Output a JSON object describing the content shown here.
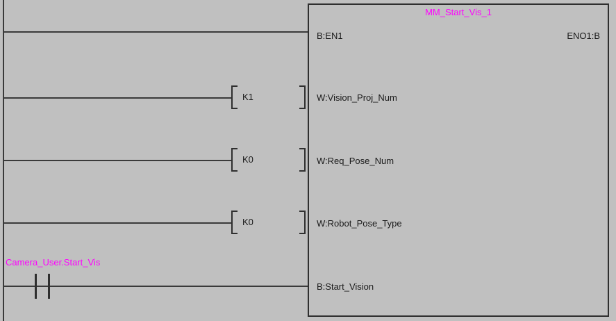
{
  "diagram": {
    "type": "ladder-logic-function-block",
    "background_color": "#c0c0c0",
    "line_color": "#2f2f2f",
    "label_color": "#ff00ff",
    "text_color": "#1a1a1a"
  },
  "function_block": {
    "instance_name": "MM_Start_Vis_1",
    "pins": [
      {
        "name": "B:EN1",
        "side": "left",
        "row": 1
      },
      {
        "name": "ENO1:B",
        "side": "right",
        "row": 1
      },
      {
        "name": "W:Vision_Proj_Num",
        "side": "left",
        "row": 2
      },
      {
        "name": "W:Req_Pose_Num",
        "side": "left",
        "row": 3
      },
      {
        "name": "W:Robot_Pose_Type",
        "side": "left",
        "row": 4
      },
      {
        "name": "B:Start_Vision",
        "side": "left",
        "row": 5
      }
    ]
  },
  "constants": [
    {
      "value": "K1",
      "row": 2,
      "target": "W:Vision_Proj_Num"
    },
    {
      "value": "K0",
      "row": 3,
      "target": "W:Req_Pose_Num"
    },
    {
      "value": "K0",
      "row": 4,
      "target": "W:Robot_Pose_Type"
    }
  ],
  "contacts": [
    {
      "tag": "Camera_User.Start_Vis",
      "kind": "normally-open",
      "row": 5
    }
  ]
}
